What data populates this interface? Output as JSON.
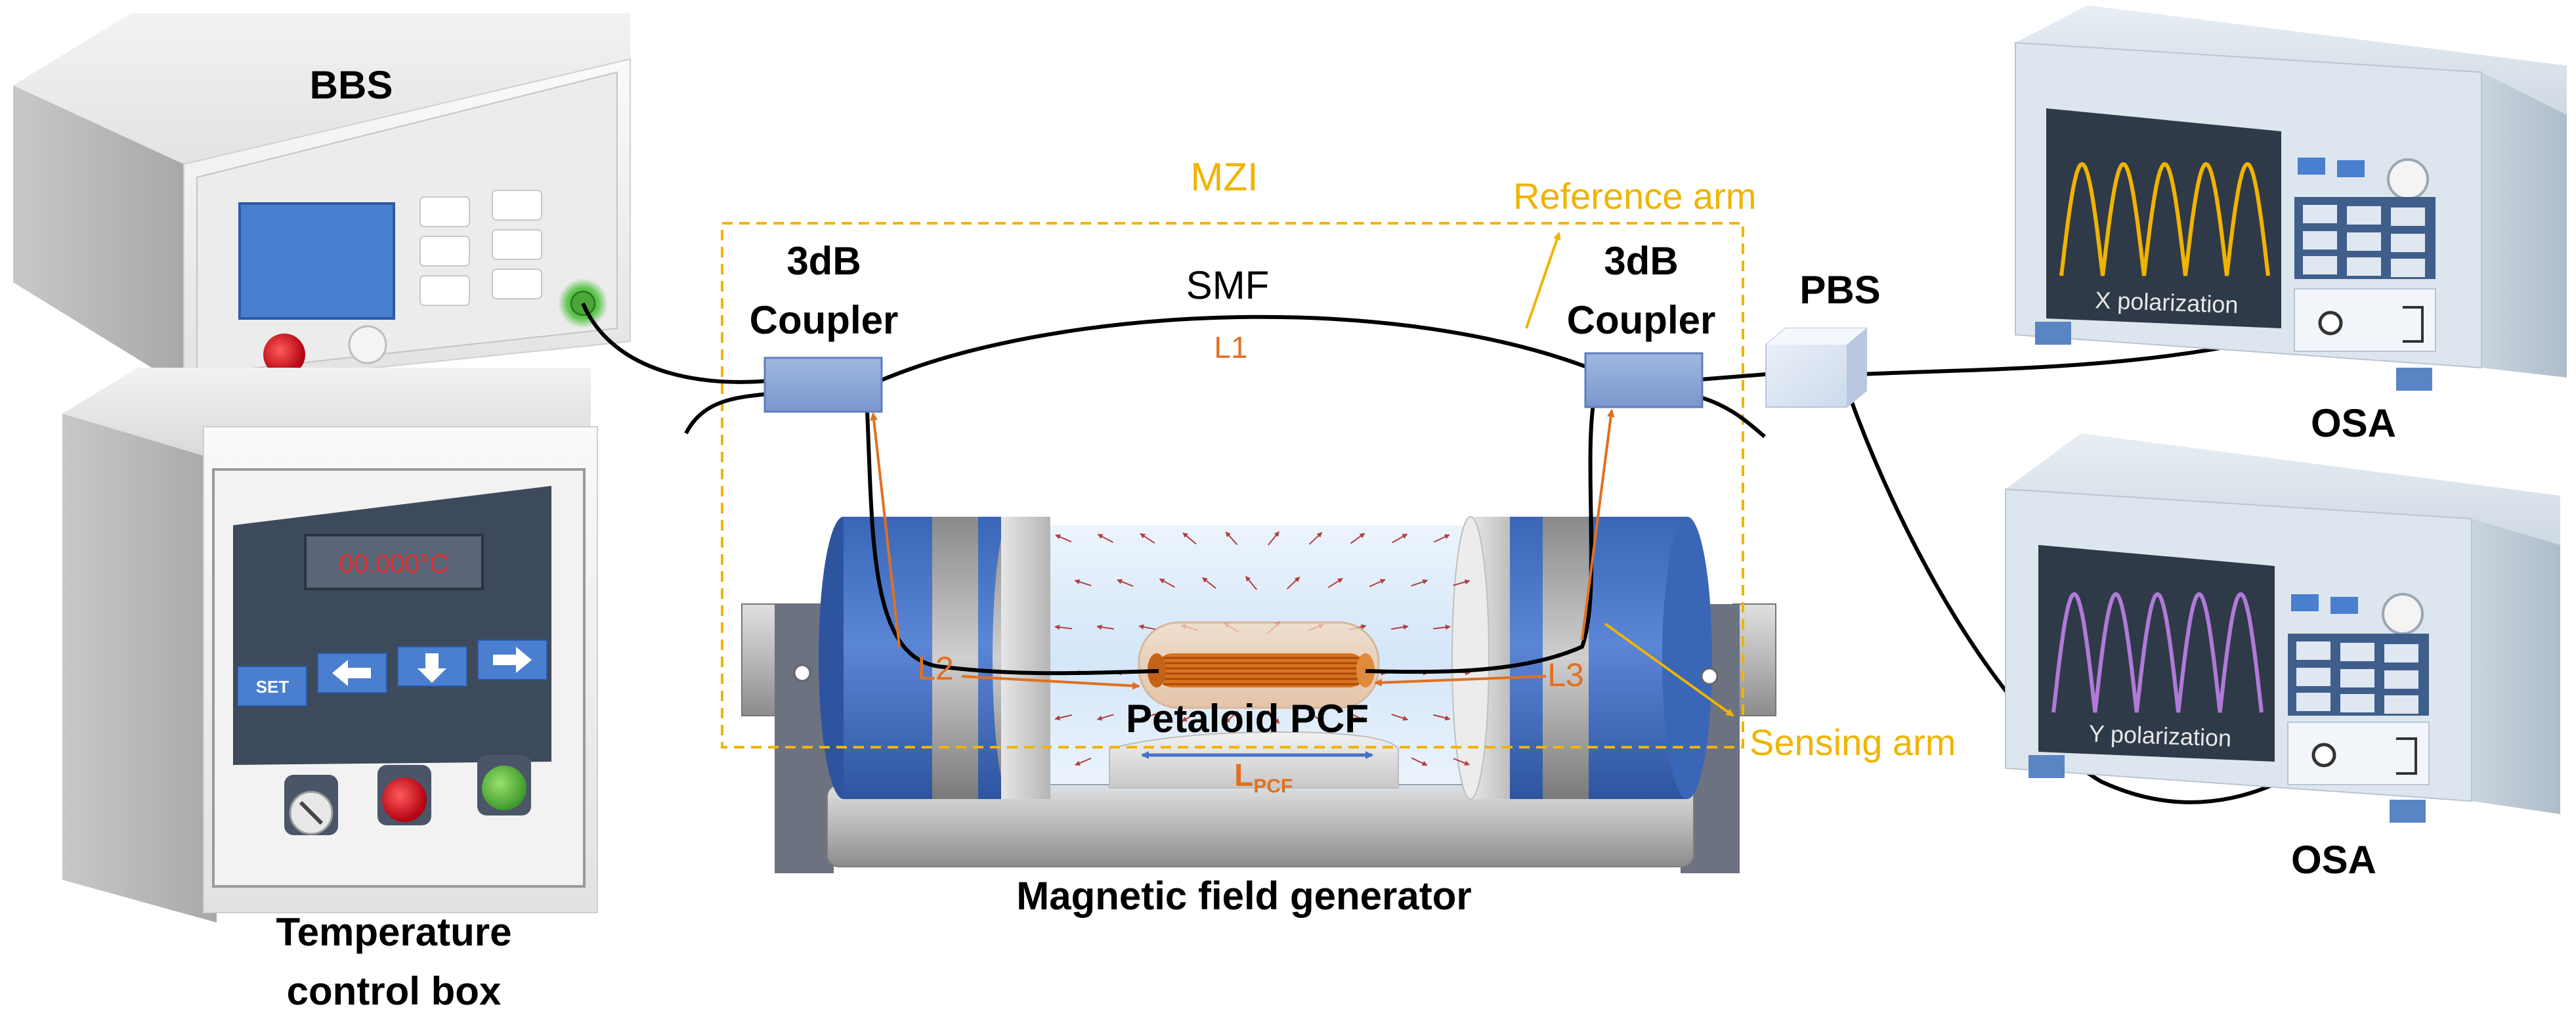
{
  "labels": {
    "bbs": "BBS",
    "temperature_box_line1": "Temperature",
    "temperature_box_line2": "control box",
    "temp_display": "00.000°C",
    "set_key": "SET",
    "mzi": "MZI",
    "reference_arm": "Reference arm",
    "sensing_arm": "Sensing arm",
    "coupler_left_line1": "3dB",
    "coupler_left_line2": "Coupler",
    "coupler_right_line1": "3dB",
    "coupler_right_line2": "Coupler",
    "smf": "SMF",
    "l1": "L1",
    "l2": "L2",
    "l3": "L3",
    "pcf": "Petaloid PCF",
    "lpcf_main": "L",
    "lpcf_sub": "PCF",
    "magnet": "Magnetic field generator",
    "pbs": "PBS",
    "osa_top": "OSA",
    "osa_bottom": "OSA",
    "x_polarization": "X polarization",
    "y_polarization": "Y polarization"
  },
  "colors": {
    "annotation_orange": "#f0b400",
    "length_orange": "#e07020",
    "coupler_blue": "#8eaadb",
    "magnet_blue": "#4472c4",
    "x_trace": "#f0b400",
    "y_trace": "#b07ad8",
    "temp_red": "#e03030"
  }
}
